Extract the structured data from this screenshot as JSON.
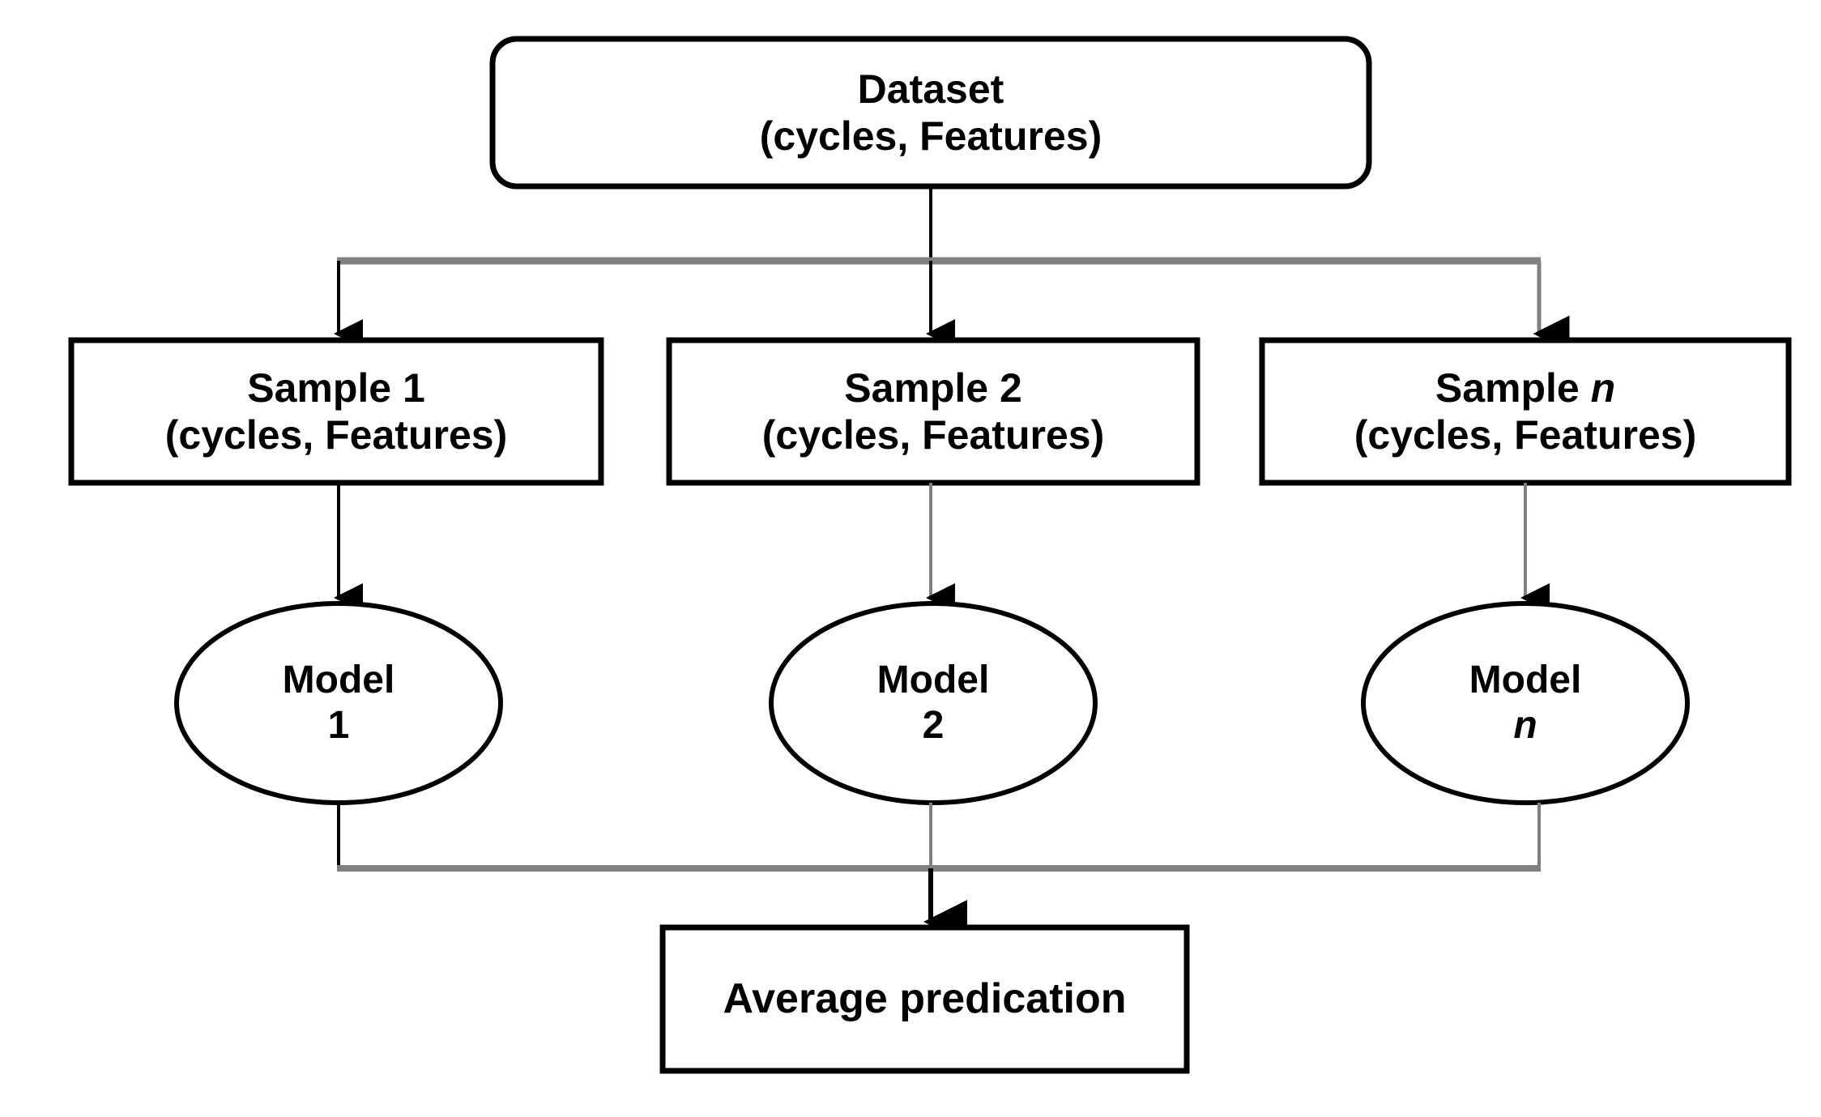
{
  "diagram": {
    "title": "Bagging / bootstrap aggregation ensemble flowchart",
    "colors": {
      "stroke": "#000000",
      "bus": "#808080",
      "fill": "#ffffff",
      "text": "#000000"
    },
    "dataset": {
      "shape": "rounded-rectangle",
      "line1": "Dataset",
      "line2": "(cycles, Features)"
    },
    "samples": [
      {
        "shape": "rectangle",
        "line1": "Sample 1",
        "line1_italic": "",
        "line2": "(cycles, Features)"
      },
      {
        "shape": "rectangle",
        "line1": "Sample 2",
        "line1_italic": "",
        "line2": "(cycles, Features)"
      },
      {
        "shape": "rectangle",
        "line1": "Sample",
        "line1_italic": "n",
        "line2": "(cycles, Features)"
      }
    ],
    "models": [
      {
        "shape": "ellipse",
        "line1": "Model",
        "line2": "1",
        "line2_italic": false
      },
      {
        "shape": "ellipse",
        "line1": "Model",
        "line2": "2",
        "line2_italic": false
      },
      {
        "shape": "ellipse",
        "line1": "Model",
        "line2": "n",
        "line2_italic": true
      }
    ],
    "output": {
      "shape": "rectangle",
      "label": "Average predication"
    },
    "connectors": {
      "split_note": "Dataset fans out to Sample 1, Sample 2, Sample n",
      "merge_note": "Model 1, Model 2, Model n merge into Average predication"
    }
  }
}
